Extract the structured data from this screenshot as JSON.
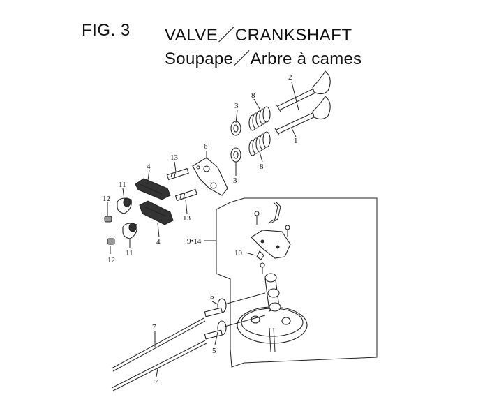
{
  "title": {
    "figure": "FIG. 3",
    "name_en": "VALVE／CRANKSHAFT",
    "name_fr": "Soupape／Arbre à cames"
  },
  "callouts": {
    "c1": "1",
    "c2": "2",
    "c3a": "3",
    "c3b": "3",
    "c4a": "4",
    "c4b": "4",
    "c5a": "5",
    "c5b": "5",
    "c6": "6",
    "c7a": "7",
    "c7b": "7",
    "c8a": "8",
    "c8b": "8",
    "c9_14": "9•14",
    "c10": "10",
    "c11a": "11",
    "c11b": "11",
    "c12a": "12",
    "c12b": "12",
    "c13a": "13",
    "c13b": "13"
  }
}
